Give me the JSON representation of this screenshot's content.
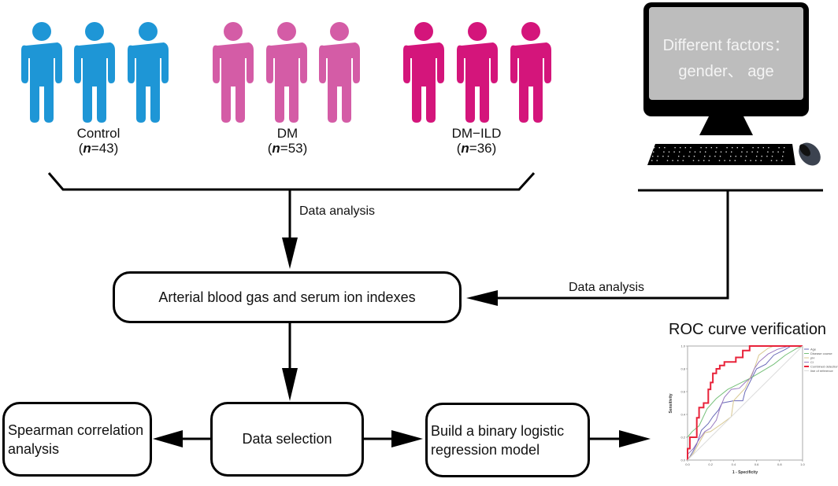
{
  "groups": [
    {
      "name": "Control",
      "n_label": "n",
      "n_value": "=43",
      "color": "#1e96d6"
    },
    {
      "name": "DM",
      "n_label": "n",
      "n_value": "=53",
      "color": "#d45ca6"
    },
    {
      "name": "DM−ILD",
      "n_label": "n",
      "n_value": "=36",
      "color": "#d4157b"
    }
  ],
  "computer": {
    "screen_line1": "Different factors：",
    "screen_line2": "gender、 age"
  },
  "flow": {
    "data_analysis_1": "Data analysis",
    "data_analysis_2": "Data analysis",
    "arterial_box": "Arterial blood gas and serum ion indexes",
    "spearman_box": "Spearman correlation analysis",
    "data_selection_box": "Data selection",
    "logistic_box": "Build a binary logistic regression model"
  },
  "roc": {
    "title": "ROC curve verification"
  },
  "chart_data": {
    "type": "line",
    "title": "ROC curve verification",
    "xlabel": "1 - Specificity",
    "ylabel": "Sensitivity",
    "xlim": [
      0,
      1
    ],
    "ylim": [
      0,
      1
    ],
    "x_ticks": [
      "0.0",
      "0.2",
      "0.4",
      "0.6",
      "0.8",
      "1.0"
    ],
    "y_ticks": [
      "0.0",
      "0.2",
      "0.4",
      "0.6",
      "0.8",
      "1.0"
    ],
    "legend_position": "right",
    "series": [
      {
        "name": "Age",
        "color": "#6a6ab8",
        "points": [
          [
            0,
            0
          ],
          [
            0.02,
            0.03
          ],
          [
            0.05,
            0.08
          ],
          [
            0.08,
            0.14
          ],
          [
            0.12,
            0.26
          ],
          [
            0.18,
            0.32
          ],
          [
            0.22,
            0.38
          ],
          [
            0.27,
            0.44
          ],
          [
            0.3,
            0.5
          ],
          [
            0.4,
            0.52
          ],
          [
            0.48,
            0.52
          ],
          [
            0.5,
            0.6
          ],
          [
            0.55,
            0.7
          ],
          [
            0.6,
            0.8
          ],
          [
            0.68,
            0.84
          ],
          [
            0.75,
            0.92
          ],
          [
            0.85,
            0.97
          ],
          [
            0.9,
            1
          ],
          [
            1,
            1
          ]
        ]
      },
      {
        "name": "Disease course",
        "color": "#77c07a",
        "points": [
          [
            0,
            0.2
          ],
          [
            0.04,
            0.25
          ],
          [
            0.1,
            0.3
          ],
          [
            0.17,
            0.45
          ],
          [
            0.25,
            0.54
          ],
          [
            0.35,
            0.62
          ],
          [
            0.45,
            0.67
          ],
          [
            0.55,
            0.72
          ],
          [
            0.65,
            0.78
          ],
          [
            0.75,
            0.84
          ],
          [
            0.85,
            0.92
          ],
          [
            0.95,
            0.98
          ],
          [
            1,
            1
          ]
        ]
      },
      {
        "name": "pH",
        "color": "#d8c890",
        "points": [
          [
            0,
            0
          ],
          [
            0.05,
            0.06
          ],
          [
            0.1,
            0.15
          ],
          [
            0.15,
            0.24
          ],
          [
            0.2,
            0.25
          ],
          [
            0.3,
            0.32
          ],
          [
            0.38,
            0.38
          ],
          [
            0.4,
            0.52
          ],
          [
            0.5,
            0.63
          ],
          [
            0.58,
            0.8
          ],
          [
            0.62,
            0.92
          ],
          [
            0.7,
            0.98
          ],
          [
            0.75,
            1
          ],
          [
            1,
            1
          ]
        ]
      },
      {
        "name": "Cl",
        "color": "#9a7ac0",
        "points": [
          [
            0,
            0.05
          ],
          [
            0.05,
            0.1
          ],
          [
            0.1,
            0.18
          ],
          [
            0.15,
            0.25
          ],
          [
            0.2,
            0.28
          ],
          [
            0.25,
            0.35
          ],
          [
            0.28,
            0.45
          ],
          [
            0.32,
            0.55
          ],
          [
            0.38,
            0.62
          ],
          [
            0.45,
            0.63
          ],
          [
            0.5,
            0.68
          ],
          [
            0.55,
            0.72
          ],
          [
            0.58,
            0.8
          ],
          [
            0.62,
            0.86
          ],
          [
            0.7,
            0.93
          ],
          [
            0.78,
            0.97
          ],
          [
            0.88,
            1
          ],
          [
            1,
            1
          ]
        ]
      },
      {
        "name": "Combined detection",
        "color": "#e8233a",
        "points": [
          [
            0,
            0
          ],
          [
            0,
            0.1
          ],
          [
            0.02,
            0.1
          ],
          [
            0.02,
            0.2
          ],
          [
            0.08,
            0.2
          ],
          [
            0.08,
            0.37
          ],
          [
            0.1,
            0.37
          ],
          [
            0.1,
            0.46
          ],
          [
            0.14,
            0.46
          ],
          [
            0.14,
            0.5
          ],
          [
            0.18,
            0.5
          ],
          [
            0.18,
            0.62
          ],
          [
            0.2,
            0.62
          ],
          [
            0.2,
            0.68
          ],
          [
            0.22,
            0.68
          ],
          [
            0.22,
            0.76
          ],
          [
            0.25,
            0.76
          ],
          [
            0.25,
            0.8
          ],
          [
            0.28,
            0.8
          ],
          [
            0.28,
            0.83
          ],
          [
            0.32,
            0.83
          ],
          [
            0.32,
            0.86
          ],
          [
            0.42,
            0.86
          ],
          [
            0.42,
            0.9
          ],
          [
            0.48,
            0.9
          ],
          [
            0.48,
            0.96
          ],
          [
            0.54,
            0.96
          ],
          [
            0.54,
            1
          ],
          [
            1,
            1
          ]
        ]
      },
      {
        "name": "line of reference",
        "color": "#dcdcdc",
        "points": [
          [
            0,
            0
          ],
          [
            1,
            1
          ]
        ]
      }
    ]
  }
}
